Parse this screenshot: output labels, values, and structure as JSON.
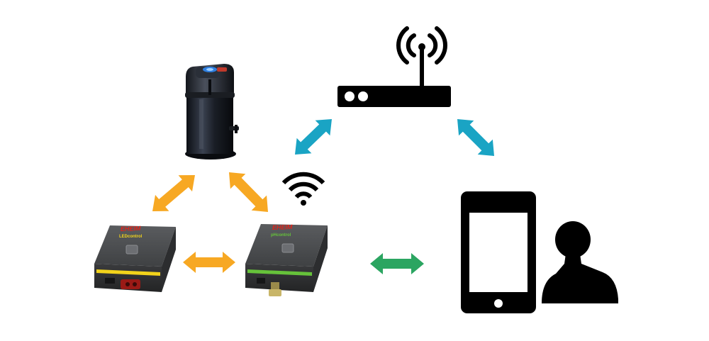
{
  "diagram": {
    "nodes": [
      {
        "id": "filter",
        "icon": "canister-filter"
      },
      {
        "id": "router",
        "icon": "wifi-router"
      },
      {
        "id": "led-module",
        "icon": "led-control-module",
        "brand": "EHEIM",
        "sub": "LEDcontrol"
      },
      {
        "id": "wifi-module",
        "icon": "wifi-control-module",
        "brand": "EHEIM",
        "sub": "pHcontrol"
      },
      {
        "id": "smartphone",
        "icon": "smartphone"
      },
      {
        "id": "user",
        "icon": "user-silhouette"
      }
    ],
    "links": [
      {
        "from": "filter",
        "to": "led-module",
        "color": "#F7A823"
      },
      {
        "from": "filter",
        "to": "wifi-module",
        "color": "#F7A823"
      },
      {
        "from": "led-module",
        "to": "wifi-module",
        "color": "#F7A823"
      },
      {
        "from": "wifi-module",
        "to": "smartphone",
        "color": "#2BA561"
      },
      {
        "from": "router",
        "to": "wifi-module",
        "color": "#1AA4C4"
      },
      {
        "from": "router",
        "to": "smartphone",
        "color": "#1AA4C4"
      }
    ],
    "colors": {
      "local_link": "#F7A823",
      "direct_link": "#2BA561",
      "network_link": "#1AA4C4",
      "icon": "#000000",
      "device_body": "#4A4B4D",
      "led_stripe": "#F2D31B",
      "wifi_stripe": "#66C23A",
      "brand_red": "#E2231A"
    }
  }
}
